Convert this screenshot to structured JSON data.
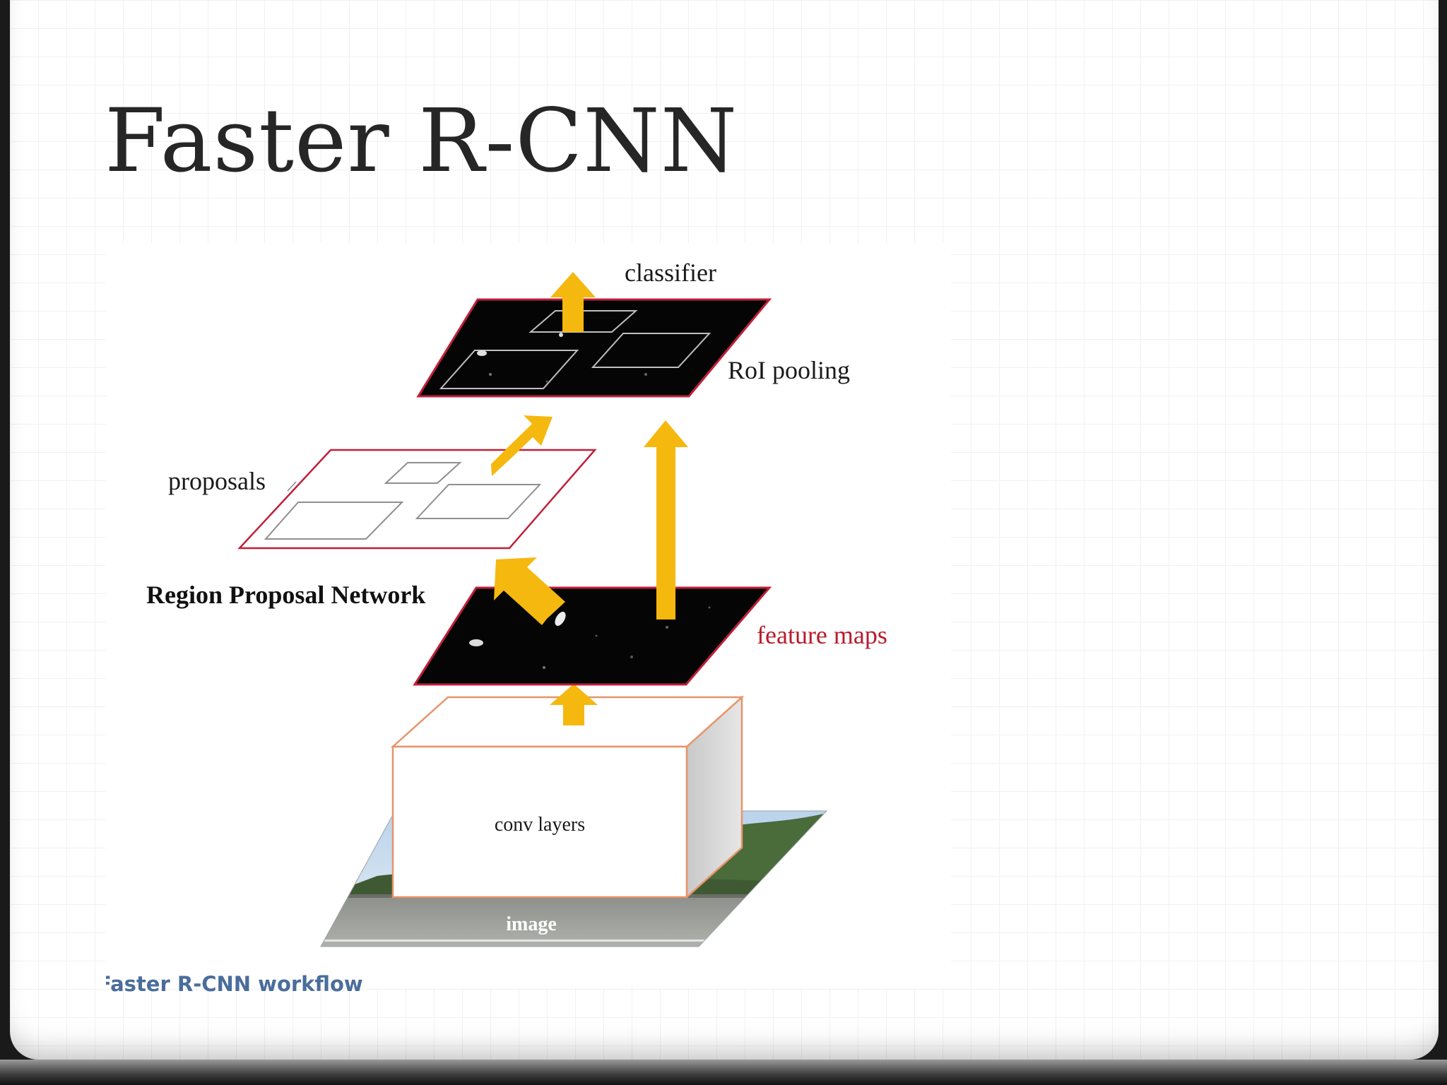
{
  "slide": {
    "title": "Faster R-CNN",
    "caption": "Faster R-CNN workflow"
  },
  "diagram": {
    "labels": {
      "classifier": "classifier",
      "roi_pooling": "RoI pooling",
      "proposals": "proposals",
      "rpn": "Region Proposal Network",
      "feature_maps": "feature maps",
      "conv_layers": "conv layers",
      "image": "image"
    },
    "colors": {
      "arrow": "#f5b80f",
      "plane_border": "#c0203a",
      "feature_maps_label": "#b71c2c",
      "box_border": "#e8946a"
    }
  }
}
